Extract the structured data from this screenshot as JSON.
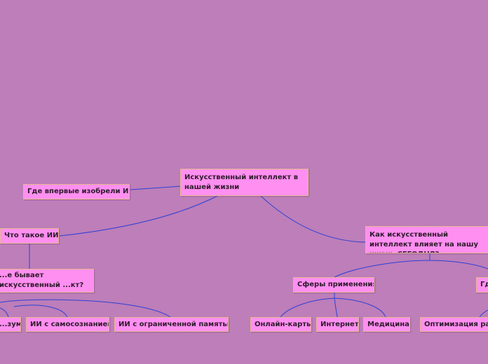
{
  "nodes": {
    "root": "Искусственный интеллект в нашей жизни",
    "where_invented": "Где впервые изобрели ИИ?",
    "what_is_ai": "Что такое ИИ?",
    "types_of_ai": "...е бывает искусственный ...кт?",
    "reason_type": "...зума",
    "self_aware_ai": "ИИ с самосознанием",
    "limited_memory_ai": "ИИ с ограниченной памятью",
    "how_ai_affects": "Как искусственный интеллект влияет на нашу жизнь СЕГОДНЯ?",
    "application_areas": "Сферы применения",
    "where_partial": "Гд...",
    "online_maps": "Онлайн-карты",
    "internet": "Интернет",
    "medicine": "Медицина",
    "optimization": "Оптимизация раб..."
  },
  "colors": {
    "background": "#bd7eb9",
    "node_fill": "#ff8ff0",
    "node_border": "#e3b98f",
    "connector": "#2f3fd6"
  }
}
